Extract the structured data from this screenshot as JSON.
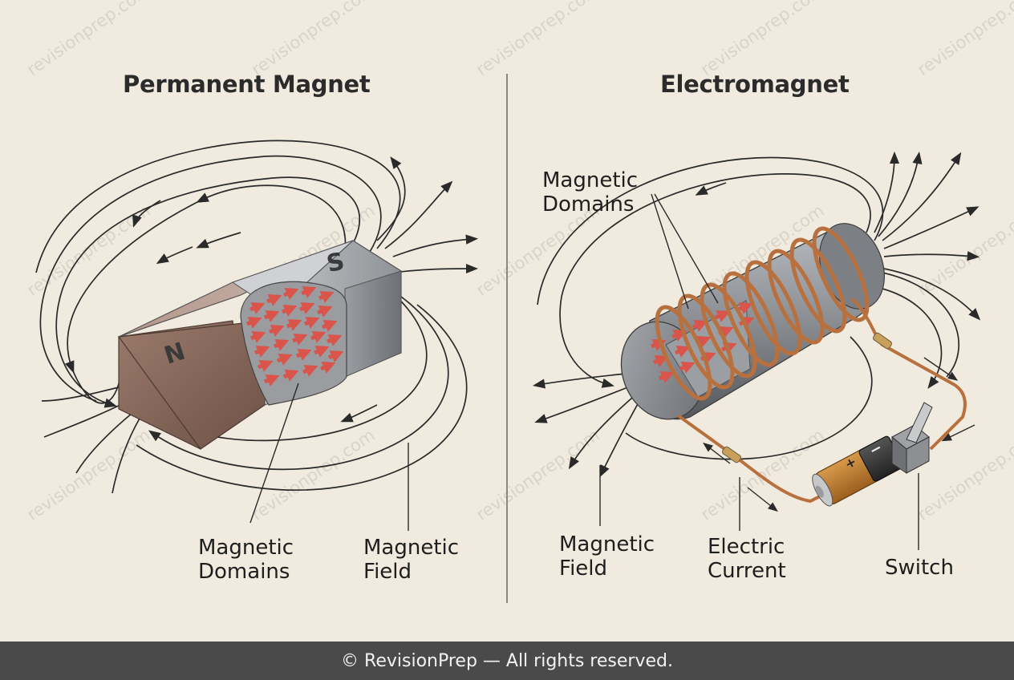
{
  "watermark": "revisionprep.com",
  "left_panel": {
    "title": "Permanent Magnet",
    "north_letter": "N",
    "south_letter": "S",
    "labels": {
      "domains": [
        "Magnetic",
        "Domains"
      ],
      "field": [
        "Magnetic",
        "Field"
      ]
    }
  },
  "right_panel": {
    "title": "Electromagnet",
    "labels": {
      "domains": [
        "Magnetic",
        "Domains"
      ],
      "field": [
        "Magnetic",
        "Field"
      ],
      "current": [
        "Electric",
        "Current"
      ],
      "switch": "Switch"
    },
    "battery_plus": "+",
    "battery_minus": "−"
  },
  "colors": {
    "background": "#f1ebdf",
    "north_pole": "#8a6a5c",
    "south_pole": "#a7a9ad",
    "domain_arrow": "#d9544a",
    "copper_wire": "#b8713e",
    "footer_bg": "#4a4a4a"
  },
  "footer": {
    "text": "© RevisionPrep — All rights reserved."
  }
}
